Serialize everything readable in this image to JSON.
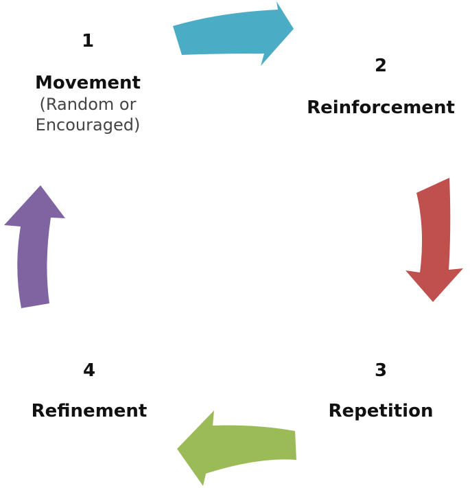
{
  "steps": [
    {
      "number": "1",
      "title": "Movement",
      "subtitle_line1": "(Random or",
      "subtitle_line2": "Encouraged)"
    },
    {
      "number": "2",
      "title": "Reinforcement"
    },
    {
      "number": "3",
      "title": "Repetition"
    },
    {
      "number": "4",
      "title": "Refinement"
    }
  ],
  "arrows": [
    {
      "name": "arrow-1-to-2",
      "color": "#4BACC6"
    },
    {
      "name": "arrow-2-to-3",
      "color": "#C0504D"
    },
    {
      "name": "arrow-3-to-4",
      "color": "#9BBB59"
    },
    {
      "name": "arrow-4-to-1",
      "color": "#8064A2"
    }
  ]
}
